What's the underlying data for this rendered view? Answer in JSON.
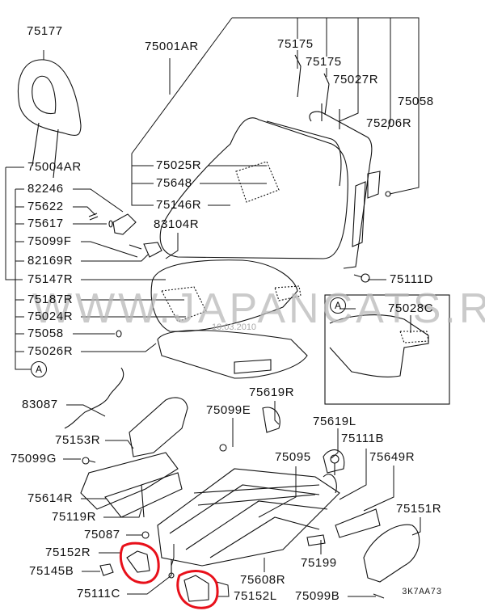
{
  "labels": [
    "75177",
    "75001AR",
    "75175",
    "75175",
    "75027R",
    "75058",
    "75206R",
    "75004AR",
    "75025R",
    "75648",
    "75146R",
    "82246",
    "75622",
    "75617",
    "83104R",
    "75099F",
    "82169R",
    "75147R",
    "75111D",
    "75187R",
    "75024R",
    "75058",
    "75026R",
    "75028C",
    "83087",
    "75619R",
    "75099E",
    "75153R",
    "75619L",
    "75111B",
    "75099G",
    "75095",
    "75649R",
    "75614R",
    "75119R",
    "75151R",
    "75087",
    "75152R",
    "75199",
    "75145B",
    "75608R",
    "75111C",
    "75152L",
    "75099B"
  ],
  "callout_letter": "A",
  "watermark": "WWW.JAPANCATS.RU",
  "date_stamp": "10.03.2010",
  "diagram_code": "3K7AA73",
  "highlight_color": "#e8101a"
}
